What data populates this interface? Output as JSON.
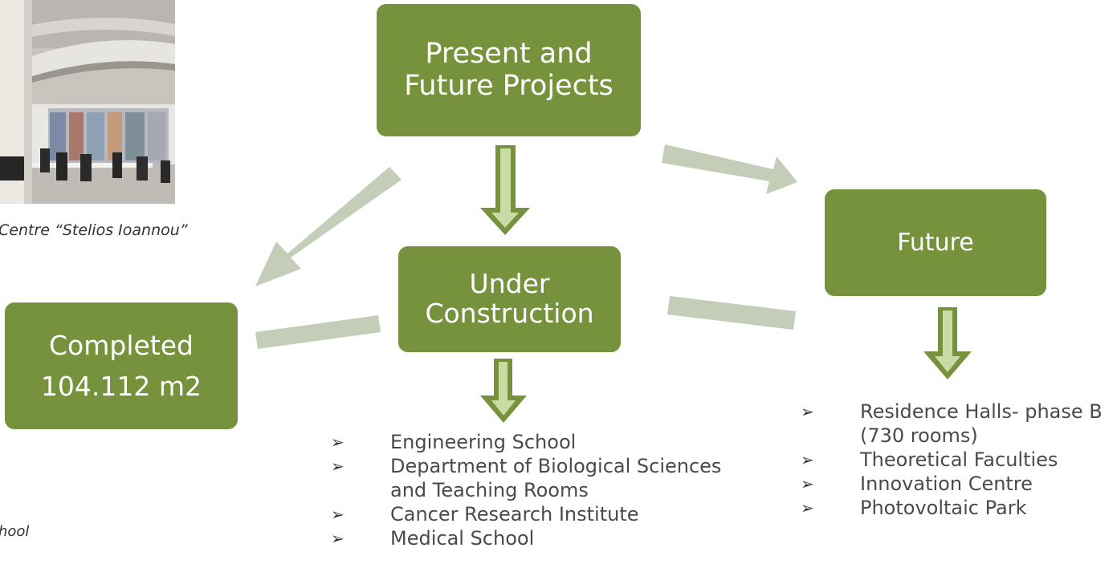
{
  "diagram": {
    "photo_caption": "Centre “Stelios Ioannou”",
    "bottom_caption": "hool",
    "nodes": {
      "root": {
        "lines": [
          "Present and",
          "Future Projects"
        ]
      },
      "under_construction": {
        "lines": [
          "Under",
          "Construction"
        ]
      },
      "future": {
        "lines": [
          "Future"
        ]
      },
      "completed": {
        "lines": [
          "Completed",
          "104.112 m2"
        ]
      }
    },
    "under_construction_items": [
      "Engineering School",
      "Department of Biological Sciences and  Teaching Rooms",
      "Cancer Research Institute",
      "Medical School"
    ],
    "future_items": [
      "Residence Halls- phase B (730 rooms)",
      "Theoretical Faculties",
      "Innovation Centre",
      "Photovoltaic Park"
    ],
    "bullet_glyph": "➢",
    "colors": {
      "box": "#76923c",
      "arrow_light": "#c3cdb7",
      "arrow_down_fill": "#76923c",
      "arrow_down_inner": "#c9dba5"
    }
  }
}
